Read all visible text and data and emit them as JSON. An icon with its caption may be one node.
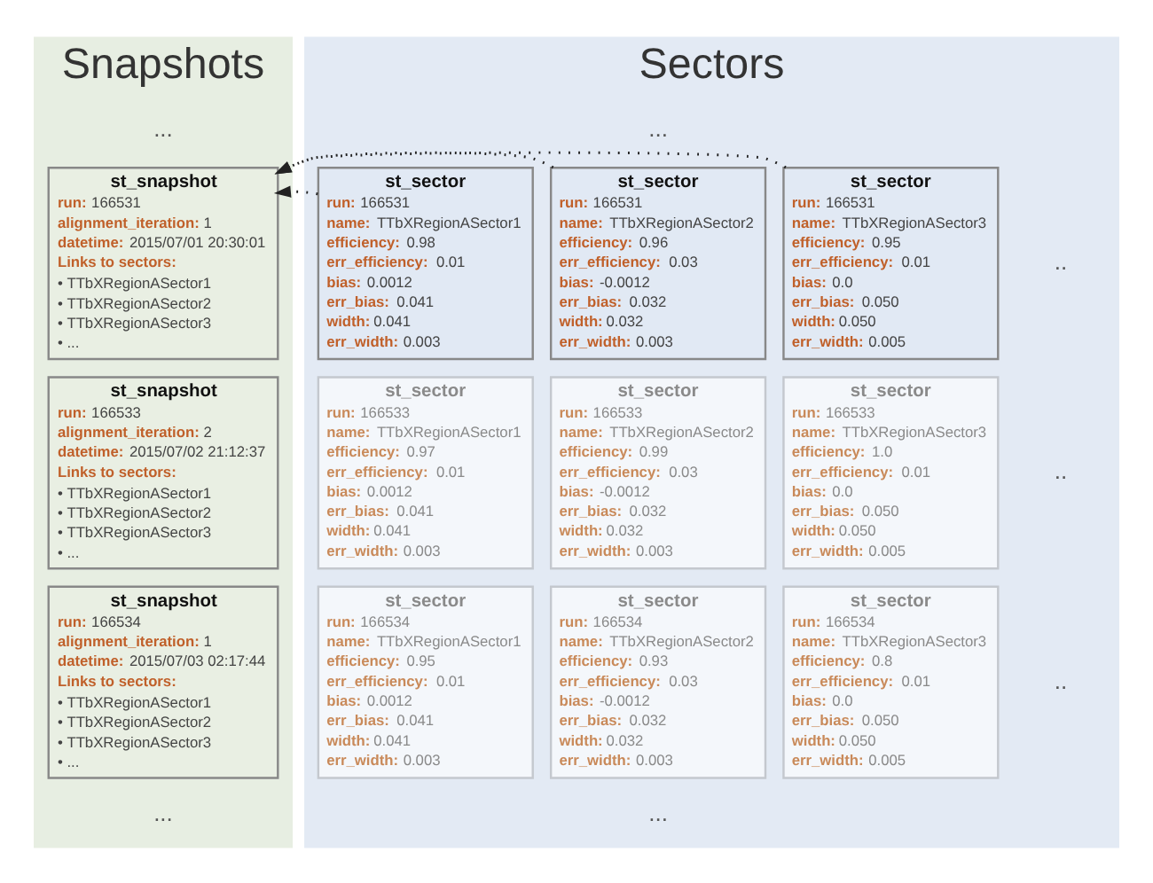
{
  "diagram": {
    "nodes": [
      {
        "text": [
          "Snapshots"
        ]
      },
      {
        "text": [
          "st_snapshot",
          "**run:** 166531",
          "**alignment_iteration:** 1",
          "**datetime:** 2015/07/01 20:30:01",
          "**Links to sectors:**",
          "• TTbXRegionASector1",
          "• TTbXRegionASector2",
          "• TTbXRegionASector3",
          "• ..."
        ],
        "in": 0
      },
      {
        "text": [
          "st_snapshot",
          "**run:** 166533",
          "**alignment_iteration:** 2",
          "**datetime:** 2015/07/02 21:12:37",
          "**Links to sectors:**",
          "• TTbXRegionASector1",
          "• TTbXRegionASector2",
          "• TTbXRegionASector3",
          "• ..."
        ],
        "in": 0
      },
      {
        "text": [
          "st_snapshot",
          "**run:** 166534",
          "**alignment_iteration:** 1",
          "**datetime:** 2015/07/03 02:17:44",
          "**Links to sectors:**",
          "• TTbXRegionASector1",
          "• TTbXRegionASector2",
          "• TTbXRegionASector3",
          "• ..."
        ],
        "in": 0
      },
      {
        "text": [
          "Sectors"
        ]
      },
      {
        "text": [
          "st_sector",
          "**run:** 166531",
          "**name:** TTbXRegionASector1",
          "**efficiency:** 0.98",
          "**err_efficiency:** 0.01",
          "**bias:** 0.0012",
          "**err_bias:** 0.041",
          "**width:** 0.041",
          "**err_width:** 0.003"
        ],
        "in": 4
      },
      {
        "text": [
          "st_sector",
          "**run:** 166531",
          "**name:** TTbXRegionASector2",
          "**efficiency:** 0.96",
          "**err_efficiency:** 0.03",
          "**bias:** -0.0012",
          "**err_bias:** 0.032",
          "**width:** 0.032",
          "**err_width:** 0.003"
        ],
        "in": 4
      },
      {
        "text": [
          "st_sector",
          "**run:** 166531",
          "**name:** TTbXRegionASector3",
          "**efficiency:** 0.95",
          "**err_efficiency:** 0.01",
          "**bias:** 0.0",
          "**err_bias:** 0.050",
          "**width:** 0.050",
          "**err_width:** 0.005"
        ],
        "in": 4
      },
      {
        "text": [
          "st_sector",
          "**run:** 166533",
          "**name:** TTbXRegionASector1",
          "**efficiency:** 0.97",
          "**err_efficiency:** 0.01",
          "**bias:** 0.0012",
          "**err_bias:** 0.041",
          "**width:** 0.041",
          "**err_width:** 0.003"
        ],
        "in": 4
      },
      {
        "text": [
          "st_sector",
          "**run:** 166533",
          "**name:** TTbXRegionASector2",
          "**efficiency:** 0.99",
          "**err_efficiency:** 0.03",
          "**bias:** -0.0012",
          "**err_bias:** 0.032",
          "**width:** 0.032",
          "**err_width:** 0.003"
        ],
        "in": 4
      },
      {
        "text": [
          "st_sector",
          "**run:** 166533",
          "**name:** TTbXRegionASector3",
          "**efficiency:** 1.0",
          "**err_efficiency:** 0.01",
          "**bias:** 0.0",
          "**err_bias:** 0.050",
          "**width:** 0.050",
          "**err_width:** 0.005"
        ],
        "in": 4
      },
      {
        "text": [
          "st_sector",
          "**run:** 166534",
          "**name:** TTbXRegionASector1",
          "**efficiency:** 0.95",
          "**err_efficiency:** 0.01",
          "**bias:** 0.0012",
          "**err_bias:** 0.041",
          "**width:** 0.041",
          "**err_width:** 0.003"
        ],
        "in": 4
      },
      {
        "text": [
          "st_sector",
          "**run:** 166534",
          "**name:** TTbXRegionASector2",
          "**efficiency:** 0.93",
          "**err_efficiency:** 0.03",
          "**bias:** -0.0012",
          "**err_bias:** 0.032",
          "**width:** 0.032",
          "**err_width:** 0.003"
        ],
        "in": 4
      },
      {
        "text": [
          "st_sector",
          "**run:** 166534",
          "**name:** TTbXRegionASector3",
          "**efficiency:** 0.8",
          "**err_efficiency:** 0.01",
          "**bias:** 0.0",
          "**err_bias:** 0.050",
          "**width:** 0.050",
          "**err_width:** 0.005"
        ],
        "in": 4
      }
    ],
    "edges": [
      {
        "from": 5,
        "to": 1,
        "arrow": "to"
      },
      {
        "from": 6,
        "to": 1,
        "arrow": "to"
      },
      {
        "from": 7,
        "to": 1,
        "arrow": "to"
      }
    ],
    "labels": [
      "...",
      "...",
      "..",
      "..",
      "..",
      "...",
      "..."
    ]
  }
}
